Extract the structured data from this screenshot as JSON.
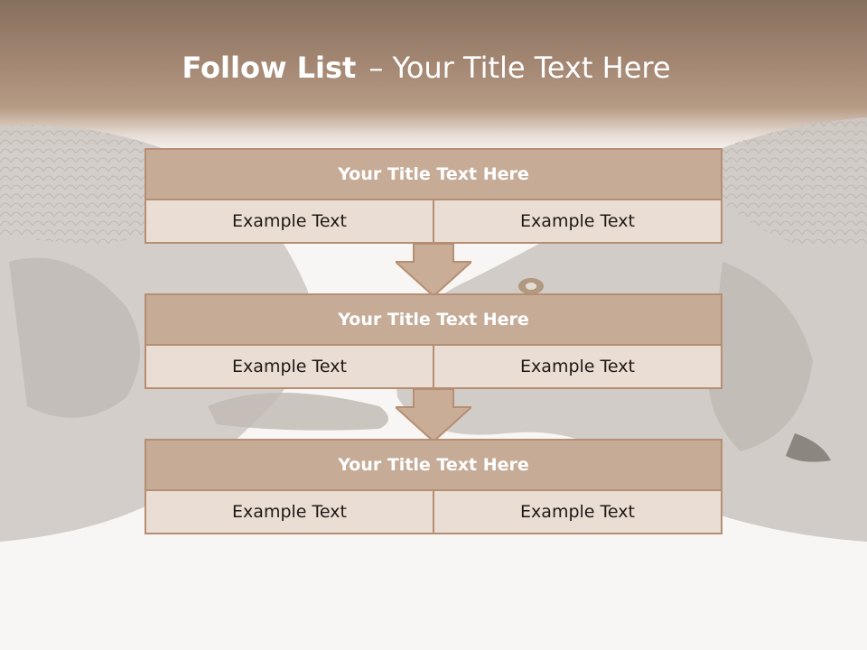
{
  "title": {
    "bold": "Follow List",
    "dash": "–",
    "rest": "Your Title Text Here"
  },
  "blocks": [
    {
      "header": "Your Title Text Here",
      "left": "Example Text",
      "right": "Example Text"
    },
    {
      "header": "Your Title Text Here",
      "left": "Example Text",
      "right": "Example Text"
    },
    {
      "header": "Your Title Text Here",
      "left": "Example Text",
      "right": "Example Text"
    }
  ],
  "colors": {
    "header_band": "#a28672",
    "block_header": "#c6ab96",
    "block_cell": "#e9ddd4",
    "border": "#b68e73",
    "arrow_fill": "#c9ad97"
  },
  "background": {
    "image": "two-salmon-heads-facing-each-other"
  }
}
